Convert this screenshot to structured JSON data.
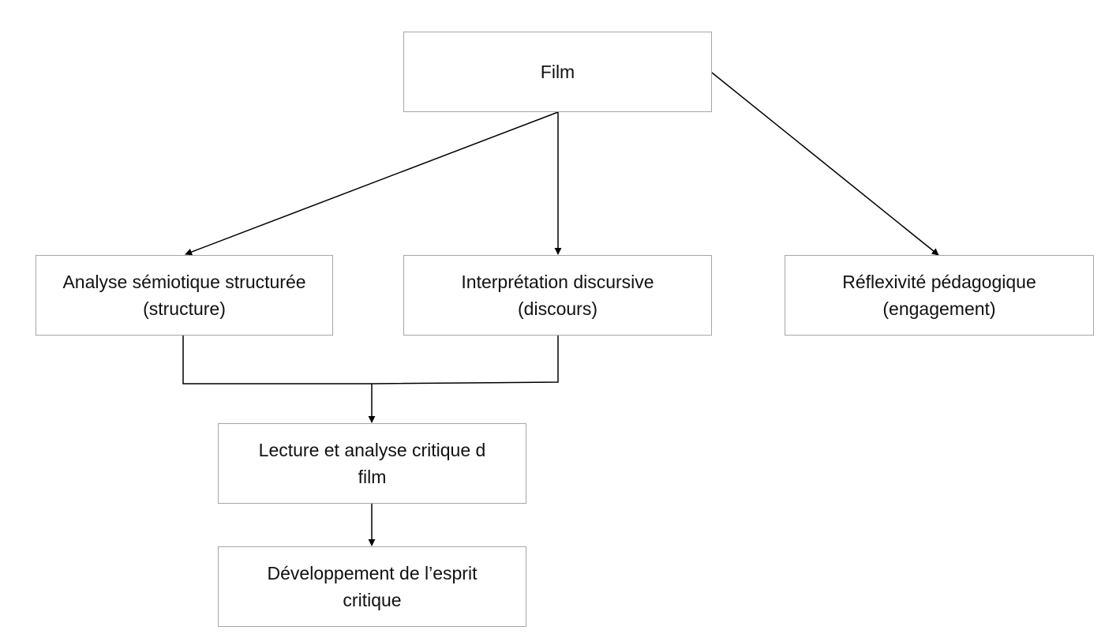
{
  "diagram": {
    "nodes": {
      "film": {
        "line1": "Film",
        "line2": ""
      },
      "semiotique": {
        "line1": "Analyse sémiotique structurée",
        "line2": "(structure)"
      },
      "discursive": {
        "line1": "Interprétation discursive",
        "line2": "(discours)"
      },
      "reflexivite": {
        "line1": "Réflexivité pédagogique",
        "line2": "(engagement)"
      },
      "lecture": {
        "line1": "Lecture et analyse critique d",
        "line2": "film"
      },
      "esprit": {
        "line1": "Développement de l’esprit",
        "line2": "critique"
      }
    },
    "edges": [
      {
        "from": "film",
        "to": "semiotique"
      },
      {
        "from": "film",
        "to": "discursive"
      },
      {
        "from": "film",
        "to": "reflexivite"
      },
      {
        "from": "semiotique",
        "to": "lecture"
      },
      {
        "from": "discursive",
        "to": "lecture"
      },
      {
        "from": "lecture",
        "to": "esprit"
      }
    ],
    "colors": {
      "box_border": "#a6a6a6",
      "line": "#000000",
      "text": "#111111"
    }
  }
}
